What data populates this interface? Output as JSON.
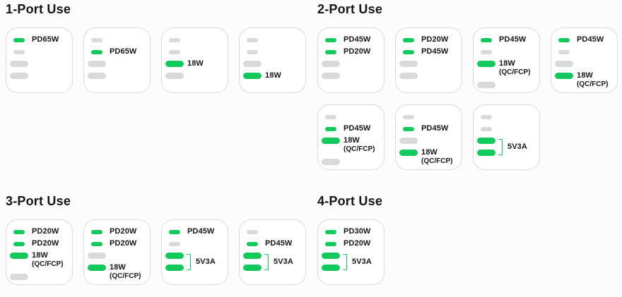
{
  "colors": {
    "green": "#12C95C",
    "inactive_gray": "#D9D9D9",
    "card_border": "#D9D9D9",
    "card_background": "#FFFFFF",
    "title_text": "#141414",
    "label_text": "#161616",
    "background": "#FCFCFC"
  },
  "sections": [
    {
      "title": "1-Port Use",
      "rows": [
        [
          {
            "ports": [
              {
                "type": "usb-c",
                "on": true,
                "label": "PD65W"
              },
              {
                "type": "usb-c",
                "on": false
              },
              {
                "type": "usb-a",
                "on": false
              },
              {
                "type": "usb-a",
                "on": false
              }
            ]
          },
          {
            "ports": [
              {
                "type": "usb-c",
                "on": false
              },
              {
                "type": "usb-c",
                "on": true,
                "label": "PD65W"
              },
              {
                "type": "usb-a",
                "on": false
              },
              {
                "type": "usb-a",
                "on": false
              }
            ]
          },
          {
            "ports": [
              {
                "type": "usb-c",
                "on": false
              },
              {
                "type": "usb-c",
                "on": false
              },
              {
                "type": "usb-a",
                "on": true,
                "label": "18W"
              },
              {
                "type": "usb-a",
                "on": false
              }
            ]
          },
          {
            "ports": [
              {
                "type": "usb-c",
                "on": false
              },
              {
                "type": "usb-c",
                "on": false
              },
              {
                "type": "usb-a",
                "on": false
              },
              {
                "type": "usb-a",
                "on": true,
                "label": "18W"
              }
            ]
          }
        ]
      ]
    },
    {
      "title": "2-Port Use",
      "rows": [
        [
          {
            "ports": [
              {
                "type": "usb-c",
                "on": true,
                "label": "PD45W"
              },
              {
                "type": "usb-c",
                "on": true,
                "label": "PD20W"
              },
              {
                "type": "usb-a",
                "on": false
              },
              {
                "type": "usb-a",
                "on": false
              }
            ]
          },
          {
            "ports": [
              {
                "type": "usb-c",
                "on": true,
                "label": "PD20W"
              },
              {
                "type": "usb-c",
                "on": true,
                "label": "PD45W"
              },
              {
                "type": "usb-a",
                "on": false
              },
              {
                "type": "usb-a",
                "on": false
              }
            ]
          },
          {
            "ports": [
              {
                "type": "usb-c",
                "on": true,
                "label": "PD45W"
              },
              {
                "type": "usb-c",
                "on": false
              },
              {
                "type": "usb-a",
                "on": true,
                "label": "18W",
                "sub": "(QC/FCP)"
              },
              {
                "type": "usb-a",
                "on": false
              }
            ]
          },
          {
            "ports": [
              {
                "type": "usb-c",
                "on": true,
                "label": "PD45W"
              },
              {
                "type": "usb-c",
                "on": false
              },
              {
                "type": "usb-a",
                "on": false
              },
              {
                "type": "usb-a",
                "on": true,
                "label": "18W",
                "sub": "(QC/FCP)"
              }
            ]
          }
        ],
        [
          {
            "ports": [
              {
                "type": "usb-c",
                "on": false
              },
              {
                "type": "usb-c",
                "on": true,
                "label": "PD45W"
              },
              {
                "type": "usb-a",
                "on": true,
                "label": "18W",
                "sub": "(QC/FCP)"
              },
              {
                "type": "usb-a",
                "on": false
              }
            ]
          },
          {
            "ports": [
              {
                "type": "usb-c",
                "on": false
              },
              {
                "type": "usb-c",
                "on": true,
                "label": "PD45W"
              },
              {
                "type": "usb-a",
                "on": false
              },
              {
                "type": "usb-a",
                "on": true,
                "label": "18W",
                "sub": "(QC/FCP)"
              }
            ]
          },
          {
            "ports": [
              {
                "type": "usb-c",
                "on": false
              },
              {
                "type": "usb-c",
                "on": false
              },
              {
                "type": "usb-a",
                "on": true
              },
              {
                "type": "usb-a",
                "on": true
              }
            ],
            "shared_label": "5V3A"
          }
        ]
      ]
    },
    {
      "title": "3-Port Use",
      "rows": [
        [
          {
            "ports": [
              {
                "type": "usb-c",
                "on": true,
                "label": "PD20W"
              },
              {
                "type": "usb-c",
                "on": true,
                "label": "PD20W"
              },
              {
                "type": "usb-a",
                "on": true,
                "label": "18W",
                "sub": "(QC/FCP)"
              },
              {
                "type": "usb-a",
                "on": false
              }
            ]
          },
          {
            "ports": [
              {
                "type": "usb-c",
                "on": true,
                "label": "PD20W"
              },
              {
                "type": "usb-c",
                "on": true,
                "label": "PD20W"
              },
              {
                "type": "usb-a",
                "on": false
              },
              {
                "type": "usb-a",
                "on": true,
                "label": "18W",
                "sub": "(QC/FCP)"
              }
            ]
          },
          {
            "ports": [
              {
                "type": "usb-c",
                "on": true,
                "label": "PD45W"
              },
              {
                "type": "usb-c",
                "on": false
              },
              {
                "type": "usb-a",
                "on": true
              },
              {
                "type": "usb-a",
                "on": true
              }
            ],
            "shared_label": "5V3A"
          },
          {
            "ports": [
              {
                "type": "usb-c",
                "on": false
              },
              {
                "type": "usb-c",
                "on": true,
                "label": "PD45W"
              },
              {
                "type": "usb-a",
                "on": true
              },
              {
                "type": "usb-a",
                "on": true
              }
            ],
            "shared_label": "5V3A"
          }
        ]
      ]
    },
    {
      "title": "4-Port Use",
      "rows": [
        [
          {
            "ports": [
              {
                "type": "usb-c",
                "on": true,
                "label": "PD30W"
              },
              {
                "type": "usb-c",
                "on": true,
                "label": "PD20W"
              },
              {
                "type": "usb-a",
                "on": true
              },
              {
                "type": "usb-a",
                "on": true
              }
            ],
            "shared_label": "5V3A"
          }
        ]
      ]
    }
  ]
}
